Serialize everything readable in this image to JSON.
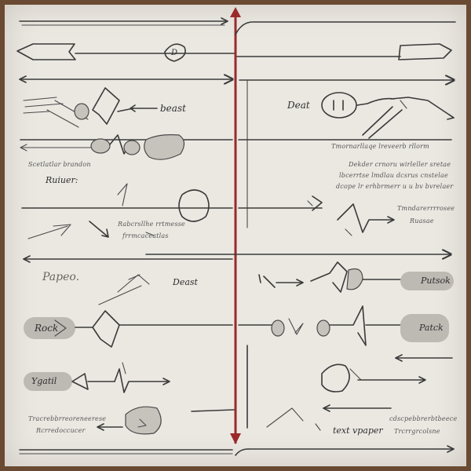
{
  "labels": {
    "deast_top_left": "beast",
    "deast_top_right": "Deat",
    "deast_mid": "Deast",
    "scattered_left": "Scetlatlar brandon",
    "ruiness_left": "Ruiuer:",
    "note_right_1": "Tmornarllaqe lreveerb rllorm",
    "note_right_2": "Dekder crnoru wirleller sretae",
    "note_right_3": "lbcerrtse lmdlau dcsrus cnstelae",
    "note_right_4": "dcope lr erhbrmerr u u bv bvrelaer",
    "mid_left_1": "Rabcrsllhe rrtmesse",
    "mid_left_2": "frrmcaceatlas",
    "mid_right_1": "Tmndarerrrrosee",
    "mid_right_2": "Ruasae",
    "paper": "Papeo.",
    "rock_left": "Rock",
    "putsok": "Putsok",
    "patck": "Patck",
    "ygaiil": "Ygatil",
    "bottom_left_1": "Tracrebbrreoreneerese",
    "bottom_left_2": "Rcrredoccucer",
    "bottom_mid": "text vpaper",
    "bottom_right_1": "cdscpebbrerbtbeece",
    "bottom_right_2": "Trcrrgrcolsne"
  },
  "colors": {
    "frame": "#6b4a33",
    "paper": "#ebe8e2",
    "axis_accent": "#9a2a2a",
    "ink": "#3a3a3a",
    "blob": "#c6c3bd"
  }
}
